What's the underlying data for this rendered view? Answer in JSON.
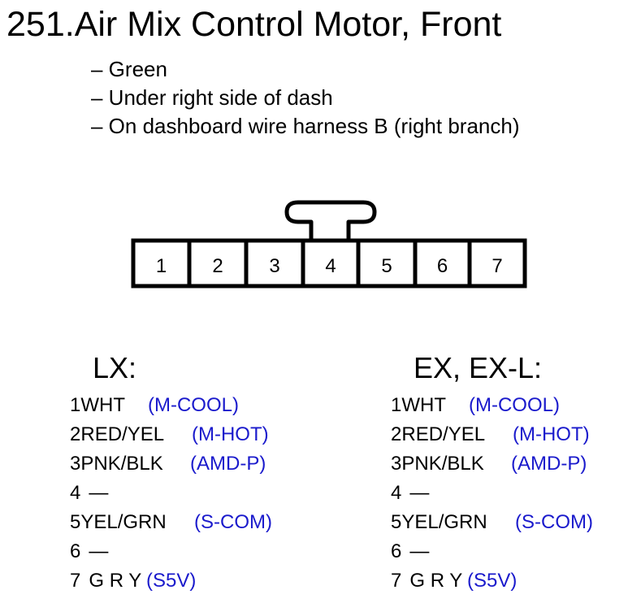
{
  "title": "251.Air Mix Control Motor, Front",
  "notes": [
    "– Green",
    "– Under right side of dash",
    "– On dashboard wire harness B (right branch)"
  ],
  "connector": {
    "pins": [
      "1",
      "2",
      "3",
      "4",
      "5",
      "6",
      "7"
    ]
  },
  "colors": {
    "signal": "#1a1acc",
    "line": "#000000"
  },
  "columns": [
    {
      "header": "LX:",
      "rows": [
        {
          "num": "1",
          "wire": "WHT",
          "signal": "(M-COOL)"
        },
        {
          "num": "2",
          "wire": "RED/YEL",
          "signal": "(M-HOT)"
        },
        {
          "num": "3",
          "wire": "PNK/BLK",
          "signal": "(AMD-P)"
        },
        {
          "num": "4",
          "wire": "—",
          "signal": ""
        },
        {
          "num": "5",
          "wire": "YEL/GRN",
          "signal": "(S-COM)"
        },
        {
          "num": "6",
          "wire": "—",
          "signal": ""
        },
        {
          "num": "7",
          "wire": "G R Y",
          "signal": "(S5V)"
        }
      ]
    },
    {
      "header": "EX, EX-L:",
      "rows": [
        {
          "num": "1",
          "wire": "WHT",
          "signal": "(M-COOL)"
        },
        {
          "num": "2",
          "wire": "RED/YEL",
          "signal": "(M-HOT)"
        },
        {
          "num": "3",
          "wire": "PNK/BLK",
          "signal": "(AMD-P)"
        },
        {
          "num": "4",
          "wire": "—",
          "signal": ""
        },
        {
          "num": "5",
          "wire": "YEL/GRN",
          "signal": "(S-COM)"
        },
        {
          "num": "6",
          "wire": "—",
          "signal": ""
        },
        {
          "num": "7",
          "wire": "G R Y",
          "signal": "(S5V)"
        }
      ]
    }
  ]
}
